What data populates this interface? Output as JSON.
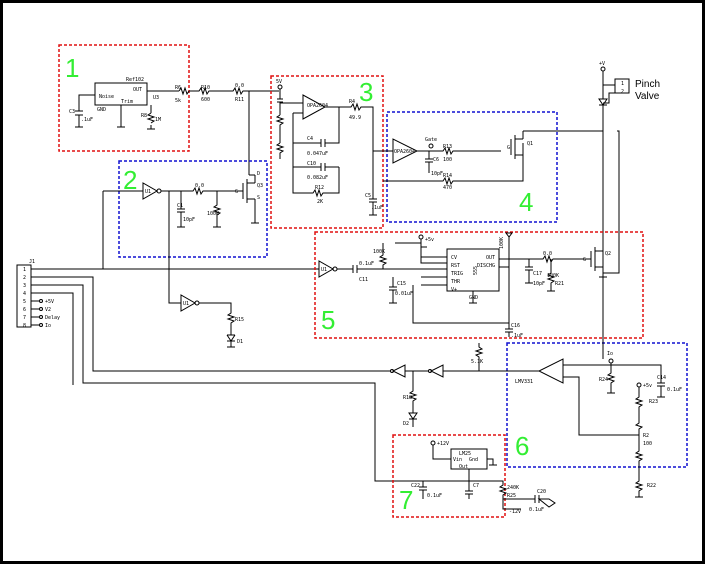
{
  "blocks": [
    {
      "label": "1",
      "color": "#e01010"
    },
    {
      "label": "2",
      "color": "#1010d0"
    },
    {
      "label": "3",
      "color": "#e01010"
    },
    {
      "label": "4",
      "color": "#1010d0"
    },
    {
      "label": "5",
      "color": "#e01010"
    },
    {
      "label": "6",
      "color": "#1010d0"
    },
    {
      "label": "7",
      "color": "#e01010"
    }
  ],
  "labels": {
    "ref102": "Ref102",
    "noise": "Noise",
    "out": "OUT",
    "gnd": "GND",
    "trim": "Trim",
    "u3": "U3",
    "c3": "C3",
    "uf1": ".1uF",
    "r8": "R8",
    "r8v": "1M",
    "r6": "R6",
    "r6v": "5k",
    "r10": "R10",
    "r10v": "600",
    "r11": "R11",
    "r11v": "0.0",
    "plus5": "5V",
    "opa2604a": "OPA2604",
    "opa2604b": "OPA2604",
    "r4": "R4",
    "r4v": "49.9",
    "c4": "C4",
    "c4v": "0.047uF",
    "c10": "C10",
    "c10v": "0.082uF",
    "r12": "R12",
    "r12v": "2K",
    "c5": "C5",
    "c5v": ".1uF",
    "gate": "Gate",
    "r13": "R13",
    "r13v": "100",
    "c6": "C6",
    "c6v": "10pF",
    "r14": "R14",
    "r14v": "470",
    "q1": "Q1",
    "g1": "G",
    "u1a": "U1",
    "r5v": "0.0",
    "c1": "C1",
    "c1v": "10pF",
    "r1v": "100K",
    "q3": "Q3",
    "g3": "G",
    "s3": "S",
    "d3": "D",
    "j1": "J1",
    "pins": [
      "1",
      "2",
      "3",
      "4",
      "5",
      "6",
      "7",
      "8"
    ],
    "pin_plus5": "+5V",
    "pin_v2": "V2",
    "pin_delay": "Delay",
    "pin_io": "Io",
    "u1b": "U1",
    "r15": "R15",
    "d1": "D1",
    "vplus": "+V",
    "pinch": "Pinch",
    "valve": "Valve",
    "u555": "555",
    "cv": "CV",
    "rst": "RST",
    "trig": "TRIG",
    "thr": "THR",
    "vplus555": "V+",
    "dout": "OUT",
    "disch": "DISCHG",
    "gnd555": "GND",
    "c11": "C11",
    "c11v": "0.1uF",
    "c15": "C15",
    "c15v": "0.01uF",
    "c17": "C17",
    "c17v": "10pF",
    "r21": "R21",
    "r21v": "100K",
    "c16": "C16",
    "c16v": ".1uF",
    "q2": "Q2",
    "u1c": "U1",
    "r9v": "100K",
    "lm2931": "LMV331",
    "io": "Io",
    "r24": "R24",
    "c14": "C14",
    "c14v": "0.1uF",
    "r23": "R23",
    "r2": "R2",
    "r2v": "100",
    "r22": "R22",
    "r18": "R18",
    "d2": "D2",
    "r19v": "5.1K",
    "plus12": "+12V",
    "lm25": "LM25",
    "vin": "Vin",
    "gndr": "Gnd",
    "vout": "Out",
    "c22": "C22",
    "c22v": "0.1uF",
    "c7": "C7",
    "r25": "R25",
    "r25v": "240K",
    "c20": "C20",
    "c20v": "0.1uF",
    "minus12": "-12V"
  }
}
